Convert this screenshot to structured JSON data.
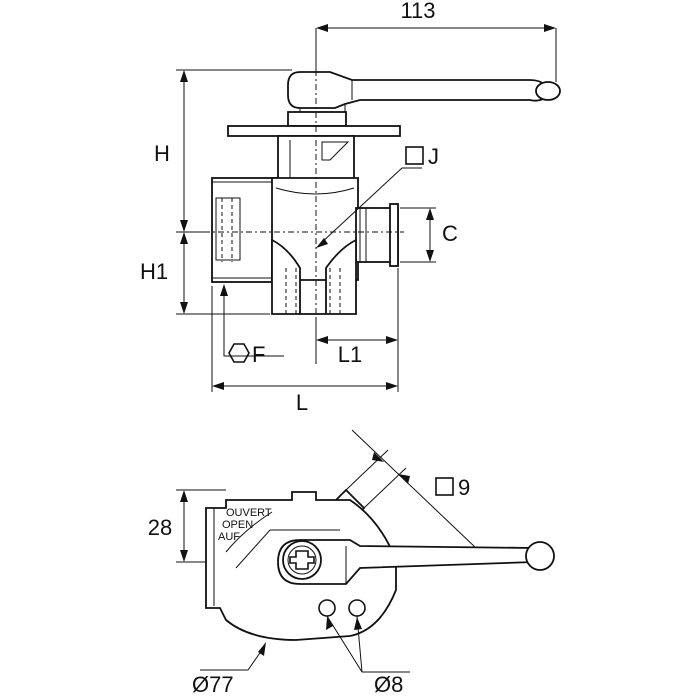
{
  "dimensions": {
    "handle_reach": "113",
    "height_top": "H",
    "height_bottom": "H1",
    "port_diameter": "C",
    "square_drive": "J",
    "hex_size": "F",
    "half_length": "L1",
    "overall_length": "L",
    "square_stem": "9",
    "plate_height": "28",
    "plate_diameter": "Ø77",
    "hole_diameter": "Ø8"
  },
  "plate_text": {
    "line1": "OUVERT",
    "line2": "OPEN",
    "line3": "AUF"
  },
  "icons": {
    "square": "square-icon",
    "hexagon": "hexagon-icon"
  }
}
